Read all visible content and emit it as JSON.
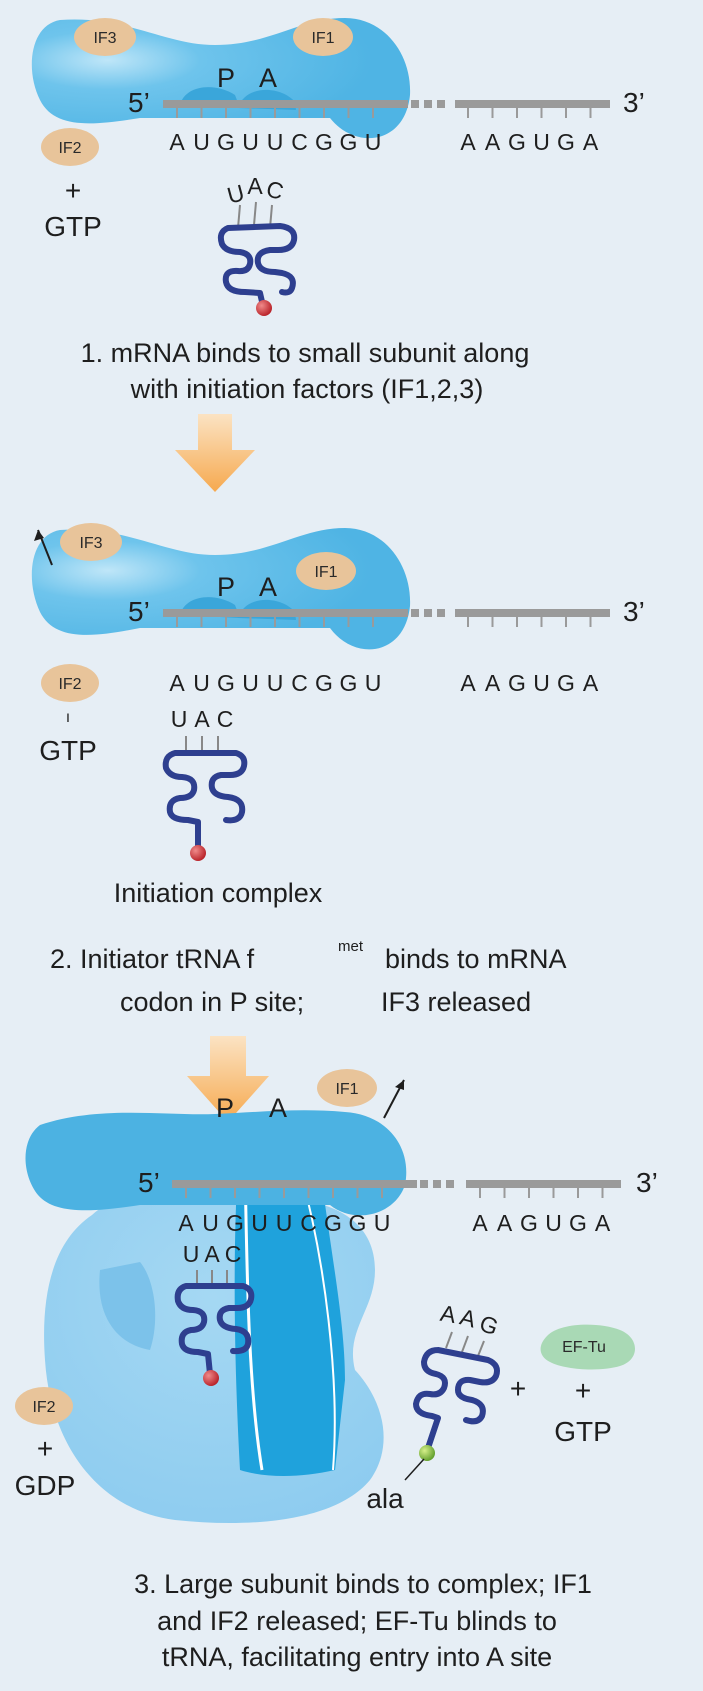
{
  "colors": {
    "background": "#e6eef5",
    "small_subunit": "#54b9e6",
    "large_subunit": "#8dccef",
    "factor": "#e8c49a",
    "ef_tu": "#a9d9b5",
    "trna": "#2e3f8f",
    "met_bead": "#c0272d",
    "ala_bead": "#7cb342",
    "mrna": "#9a9a9a",
    "arrow": "#f6a94f"
  },
  "mrna": {
    "five_prime": "5’",
    "three_prime": "3’",
    "codons_left": [
      "A",
      "U",
      "G",
      "U",
      "U",
      "C",
      "G",
      "G",
      "U"
    ],
    "codons_right": [
      "A",
      "A",
      "G",
      "U",
      "G",
      "A"
    ]
  },
  "sites": {
    "p": "P",
    "a": "A"
  },
  "factors": {
    "if1": "IF1",
    "if2": "IF2",
    "if3": "IF3",
    "ef_tu": "EF-Tu"
  },
  "plus": "+",
  "gtp": "GTP",
  "gdp": "GDP",
  "anticodon_fmet": [
    "U",
    "A",
    "C"
  ],
  "anticodon_ala": [
    "A",
    "A",
    "G"
  ],
  "ala_label": "ala",
  "dash": "ı",
  "captions": {
    "step1_line1": "1. mRNA binds to small subunit along",
    "step1_line2": "with initiation factors (IF1,2,3)",
    "initiation_complex": "Initiation complex",
    "step2_line1_a": "2. Initiator tRNA f",
    "step2_superscript": "met",
    "step2_line1_b": "binds to mRNA",
    "step2_line2_a": "codon in P site;",
    "step2_line2_b": "IF3 released",
    "step3_line1": "3. Large subunit binds to complex; IF1",
    "step3_line2": "and IF2 released; EF-Tu blinds to",
    "step3_line3": "tRNA, facilitating entry into A site"
  }
}
